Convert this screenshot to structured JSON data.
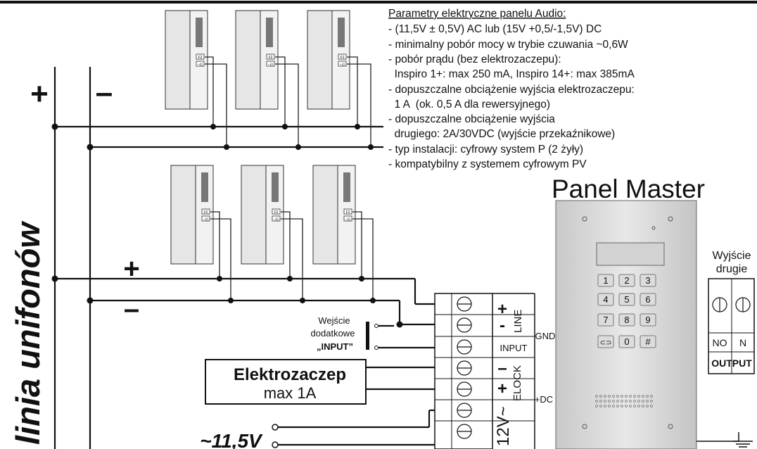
{
  "params": {
    "title": "Parametry elektryczne panelu Audio:",
    "lines": [
      "- (11,5V ± 0,5V) AC lub (15V +0,5/-1,5V) DC",
      "- minimalny pobór mocy w trybie czuwania ~0,6W",
      "- pobór prądu (bez elektrozaczepu):",
      "  Inspiro 1+: max 250 mA, Inspiro 14+: max 385mA",
      "- dopuszczalne obciążenie wyjścia elektrozaczepu:",
      "  1 A  (ok. 0,5 A dla rewersyjnego)",
      "- dopuszczalne obciążenie wyjścia",
      "  drugiego: 2A/30VDC (wyjście przekaźnikowe)",
      "- typ instalacji: cyfrowy system P (2 żyły)",
      "- kompatybilny z systemem cyfrowym PV"
    ]
  },
  "labels": {
    "linia": "linia unifonów",
    "plus": "+",
    "minus": "–",
    "panel_title": "Panel Master",
    "wejscie_line1": "Wejście",
    "wejscie_line2": "dodatkowe",
    "wejscie_line3": "„INPUT”",
    "elektro_title": "Elektrozaczep",
    "elektro_sub": "max 1A",
    "ac_voltage": "~11,5V",
    "out_title1": "Wyjście",
    "out_title2": "drugie",
    "out_no": "NO",
    "out_n": "N",
    "out_label": "OUTPUT"
  },
  "terminal": {
    "line_plus": "+",
    "line_minus": "-",
    "line_label": "LINE",
    "gnd": "GND",
    "input": "INPUT",
    "elock_minus": "–",
    "elock_plus": "+",
    "elock_label": "ELOCK",
    "dc": "+DC",
    "power": "12V~"
  },
  "handset_buttons": {
    "top": "F2",
    "bottom": "–⊡"
  },
  "keypad": [
    "1",
    "2",
    "3",
    "4",
    "5",
    "6",
    "7",
    "8",
    "9",
    "⊂⊃",
    "0",
    "#"
  ]
}
